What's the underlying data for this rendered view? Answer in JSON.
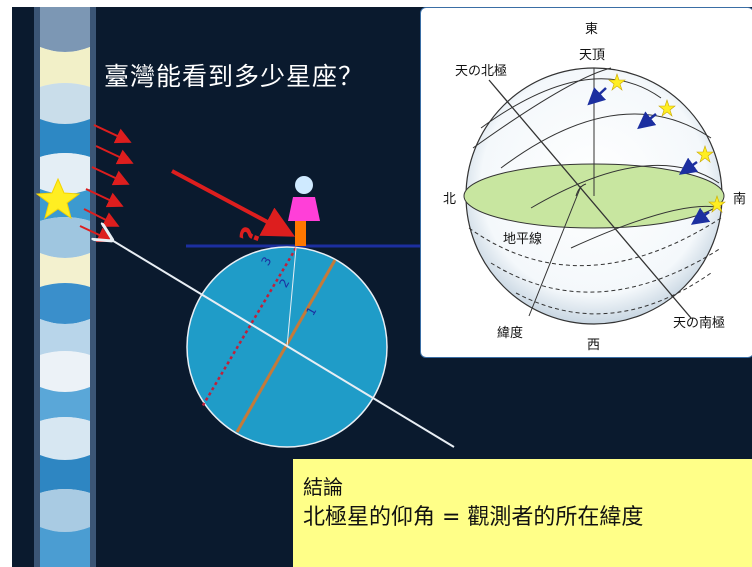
{
  "slide": {
    "title": "臺灣能看到多少星座？",
    "question_mark": "?",
    "earth_labels": {
      "angle_1": "1",
      "angle_2": "2",
      "angle_3": "3"
    },
    "conclusion": {
      "heading": "結論",
      "body": "北極星的仰角 = 觀測者的所在緯度"
    }
  },
  "celestial_sphere": {
    "labels": {
      "east": "東",
      "zenith": "天頂",
      "north_celestial_pole": "天の北極",
      "north": "北",
      "south": "南",
      "horizon": "地平線",
      "latitude": "緯度",
      "west": "西",
      "south_celestial_pole": "天の南極"
    }
  },
  "colors": {
    "background": "#0a1a2e",
    "earth": "#1f9cc8",
    "axis": "#c47a3a",
    "horizon_line": "#1c2fa0",
    "ray": "#dd1e1e",
    "star": "#ffee22",
    "person_head": "#cfeaff",
    "person_body": "#ff3fd8",
    "person_base": "#ff7700",
    "conclusion_bg": "#ffff88",
    "horizon_plane": "#c8e6a0"
  }
}
